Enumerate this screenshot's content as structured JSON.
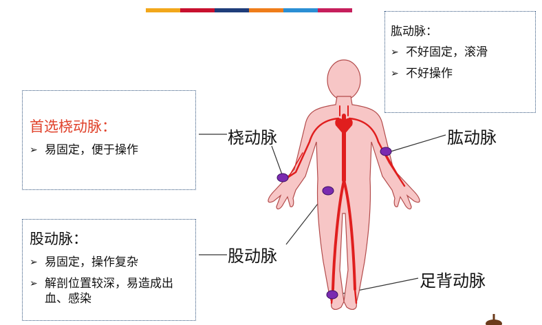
{
  "top_bar_colors": [
    "#f2a71b",
    "#c8102e",
    "#1f3d7a",
    "#ef7d1a",
    "#2a8fd4",
    "#c61f5c"
  ],
  "box_right": {
    "title": "肱动脉：",
    "items": [
      "不好固定，滚滑",
      "不好操作"
    ]
  },
  "box_left_top": {
    "title": "首选桡动脉：",
    "items": [
      "易固定，便于操作"
    ]
  },
  "box_left_bottom": {
    "title": "股动脉：",
    "items": [
      "易固定，操作复杂",
      "解剖位置较深，易造成出血、感染"
    ]
  },
  "labels": {
    "radial": "桡动脉",
    "brachial": "肱动脉",
    "femoral": "股动脉",
    "dorsalis": "足背动脉"
  },
  "colors": {
    "skin": "#f7c6c6",
    "artery": "#e01e1e",
    "site": "#7a2bb0",
    "box_border": "#2c4f7a",
    "highlight": "#e0412a"
  }
}
